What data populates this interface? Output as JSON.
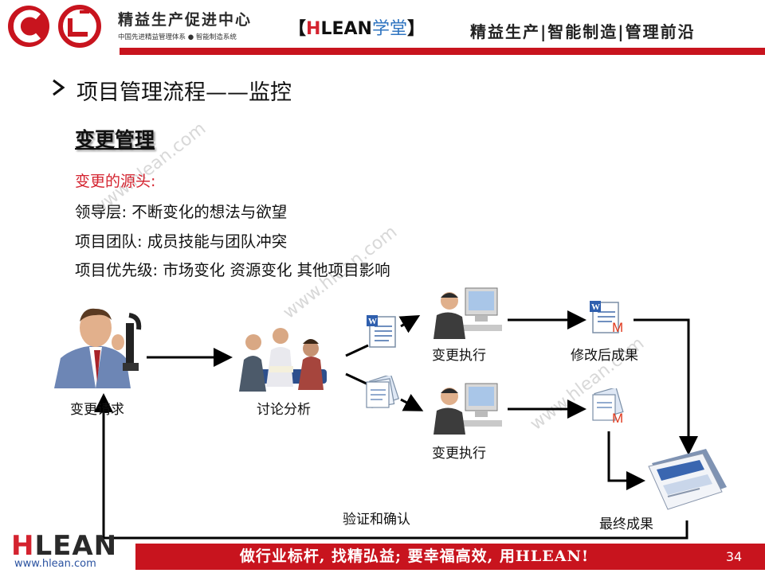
{
  "header": {
    "brand_title": "精益生产促进中心",
    "brand_subtitle": "中国先进精益管理体系 ● 智能制造系统",
    "school_open": "【",
    "school_h": "H",
    "school_lean": "LEAN",
    "school_xuetang": "学堂",
    "school_close": "】",
    "tagline": "精益生产|智能制造|管理前沿"
  },
  "title": {
    "page_title": "项目管理流程——监控",
    "section_title": "变更管理"
  },
  "sources": {
    "heading": "变更的源头:",
    "lines": [
      "领导层: 不断变化的想法与欲望",
      "项目团队: 成员技能与团队冲突",
      "项目优先级: 市场变化   资源变化  其他项目影响"
    ]
  },
  "diagram": {
    "request": "变更请求",
    "discuss": "讨论分析",
    "exec_top": "变更执行",
    "exec_bottom": "变更执行",
    "modified_result": "修改后成果",
    "verify": "验证和确认",
    "final_result": "最终成果",
    "doc_badge": "M"
  },
  "footer": {
    "slogan": "做行业标杆, 找精弘益; 要幸福高效, 用HLEAN!",
    "page_number": "34",
    "logo_h": "H",
    "logo_rest": "LEAN",
    "url": "www.hlean.com"
  },
  "watermark": {
    "text": "www.hlean.com"
  },
  "colors": {
    "brand_red": "#c8141e",
    "accent_red": "#d4232f",
    "accent_blue": "#2f74c0"
  }
}
